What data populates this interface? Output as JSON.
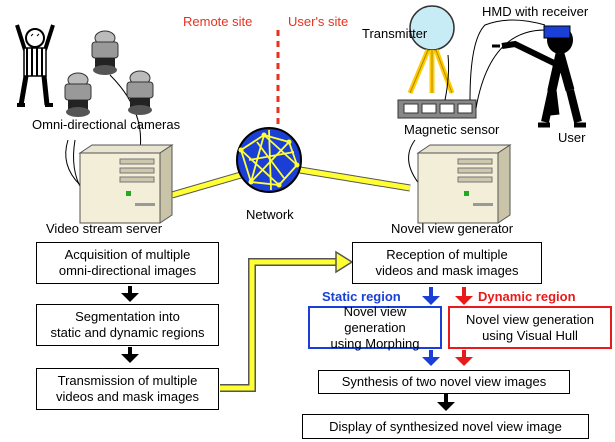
{
  "labels": {
    "remote_site": "Remote site",
    "users_site": "User's site",
    "transmitter": "Transmitter",
    "hmd": "HMD with receiver",
    "cameras": "Omni-directional cameras",
    "magnetic_sensor": "Magnetic sensor",
    "user": "User",
    "network": "Network",
    "video_stream_server": "Video stream server",
    "novel_view_generator": "Novel view generator"
  },
  "flow_left": {
    "step1_line1": "Acquisition of multiple",
    "step1_line2": "omni-directional images",
    "step2_line1": "Segmentation into",
    "step2_line2": "static and dynamic regions",
    "step3_line1": "Transmission of multiple",
    "step3_line2": "videos and mask images"
  },
  "flow_right": {
    "reception_line1": "Reception of multiple",
    "reception_line2": "videos and mask images",
    "static_region": "Static region",
    "dynamic_region": "Dynamic region",
    "morph_line1": "Novel view generation",
    "morph_line2": "using Morphing",
    "hull_line1": "Novel view generation",
    "hull_line2": "using Visual Hull",
    "synthesis": "Synthesis of two novel view images",
    "display": "Display of  synthesized novel view image"
  },
  "colors": {
    "site_label": "#e8321e",
    "static": "#1a3fd6",
    "dynamic": "#e81a1a",
    "link": "#ffff33"
  }
}
